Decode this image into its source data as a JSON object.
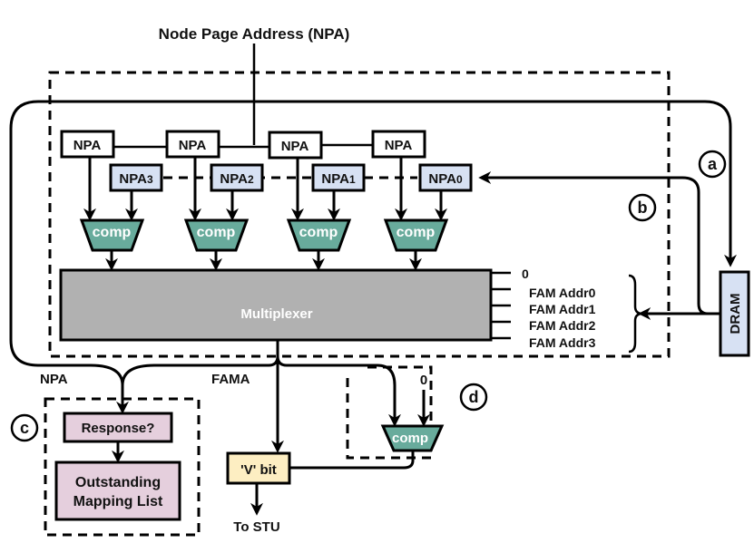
{
  "title": "Node Page Address (NPA)",
  "colors": {
    "npa_box": "#ffffff",
    "npa_reg": "#d7e1f3",
    "comparator": "#68ab9c",
    "multiplexer": "#b1b1b1",
    "dram": "#d7e1f3",
    "response": "#e5cfdd",
    "vbit": "#fdeec2"
  },
  "npa_boxes": [
    "NPA",
    "NPA",
    "NPA",
    "NPA"
  ],
  "npa_registers": [
    {
      "base": "NPA",
      "sub": "3"
    },
    {
      "base": "NPA",
      "sub": "2"
    },
    {
      "base": "NPA",
      "sub": "1"
    },
    {
      "base": "NPA",
      "sub": "0"
    }
  ],
  "comparator_label": "comp",
  "multiplexer_label": "Multiplexer",
  "mux_inputs": [
    "0",
    "FAM Addr0",
    "FAM Addr1",
    "FAM Addr2",
    "FAM Addr3"
  ],
  "dram_label": "DRAM",
  "markers": {
    "a": "a",
    "b": "b",
    "c": "c",
    "d": "d"
  },
  "signals": {
    "npa": "NPA",
    "fama": "FAMA",
    "zero": "0",
    "to_stu": "To STU"
  },
  "response_label": "Response?",
  "outstanding_list": [
    "Outstanding",
    "Mapping List"
  ],
  "vbit_label": "'V' bit"
}
